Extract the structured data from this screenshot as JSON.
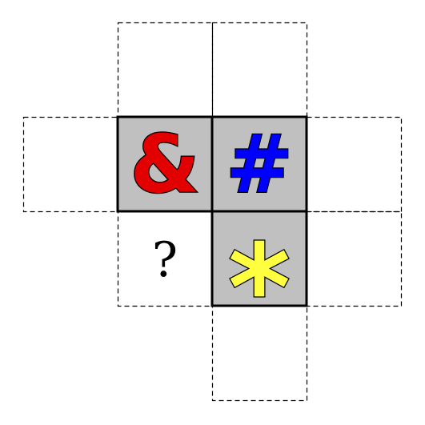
{
  "puzzle": {
    "placed_symbols": [
      {
        "row": 1,
        "col": 1,
        "symbol": "&",
        "color": "#e30000"
      },
      {
        "row": 1,
        "col": 2,
        "symbol": "#",
        "color": "#0000ff"
      },
      {
        "row": 2,
        "col": 2,
        "symbol": "*",
        "color": "#ffff40"
      }
    ],
    "question_cell": {
      "row": 2,
      "col": 1,
      "text": "?"
    },
    "outline_cells": [
      {
        "row": 0,
        "col": 1
      },
      {
        "row": 0,
        "col": 2
      },
      {
        "row": 1,
        "col": 0
      },
      {
        "row": 1,
        "col": 3
      },
      {
        "row": 2,
        "col": 1
      },
      {
        "row": 2,
        "col": 3
      },
      {
        "row": 3,
        "col": 2
      }
    ],
    "filled_cell_color": "#c0c0c0",
    "symbol_outline_color": "#000000"
  }
}
